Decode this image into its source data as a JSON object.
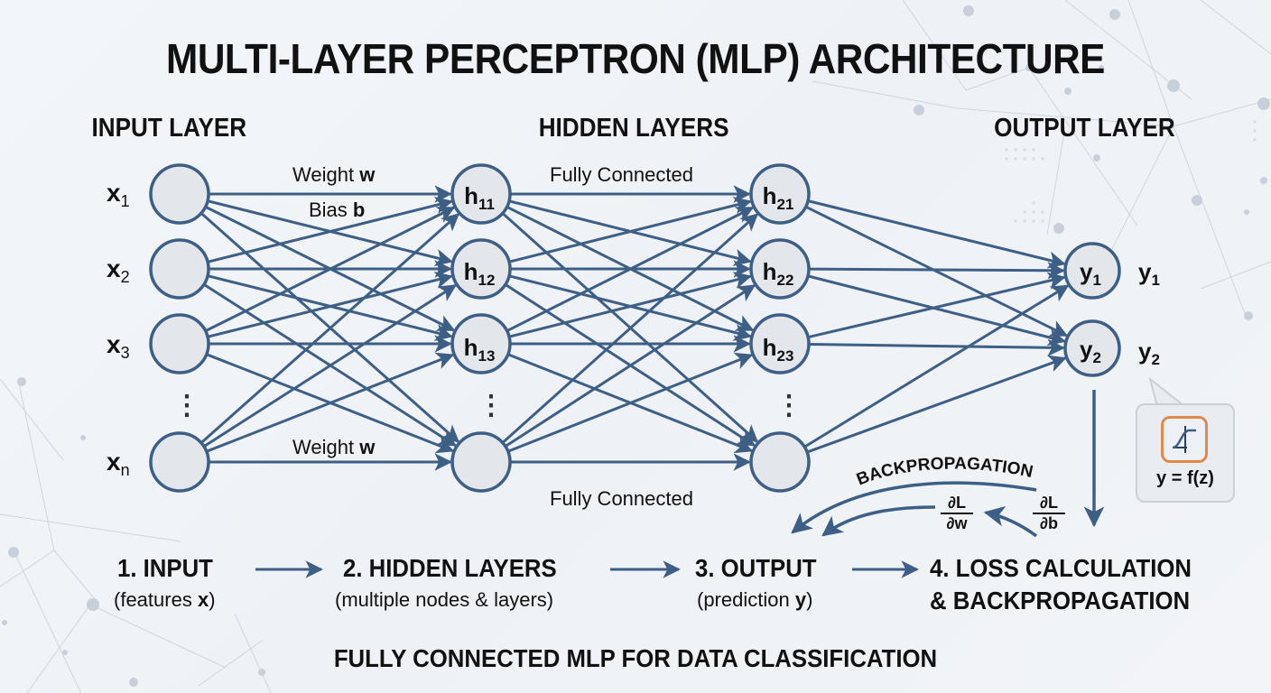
{
  "title": "MULTI-LAYER PERCEPTRON (MLP) ARCHITECTURE",
  "layer_headings": {
    "input": "INPUT LAYER",
    "hidden": "HIDDEN LAYERS",
    "output": "OUTPUT LAYER"
  },
  "input_nodes": [
    {
      "base": "x",
      "sub": "1"
    },
    {
      "base": "x",
      "sub": "2"
    },
    {
      "base": "x",
      "sub": "3"
    },
    {
      "base": "x",
      "sub": "n"
    }
  ],
  "hidden_layer_1": [
    {
      "base": "h",
      "sub": "11"
    },
    {
      "base": "h",
      "sub": "12"
    },
    {
      "base": "h",
      "sub": "13"
    },
    {
      "base": "",
      "sub": ""
    }
  ],
  "hidden_layer_2": [
    {
      "base": "h",
      "sub": "21"
    },
    {
      "base": "h",
      "sub": "22"
    },
    {
      "base": "h",
      "sub": "23"
    },
    {
      "base": "",
      "sub": ""
    }
  ],
  "output_nodes": [
    {
      "base": "y",
      "sub": "1",
      "outside_label_base": "y",
      "outside_label_sub": "1"
    },
    {
      "base": "y",
      "sub": "2",
      "outside_label_base": "y",
      "outside_label_sub": "2"
    }
  ],
  "ellipsis": "⋮",
  "edge_labels": {
    "weight_top": {
      "text": "Weight ",
      "bold": "w"
    },
    "bias": {
      "text": "Bias ",
      "bold": "b"
    },
    "weight_bottom": {
      "text": "Weight ",
      "bold": "w"
    },
    "fc_top": "Fully Connected",
    "fc_bottom": "Fully Connected"
  },
  "backprop": {
    "label": "BACKPROPAGATION",
    "grad_w": {
      "num": "∂L",
      "den": "∂w"
    },
    "grad_b": {
      "num": "∂L",
      "den": "∂b"
    }
  },
  "activation_tooltip": {
    "icon": "sigmoid-curve-icon",
    "formula": "y = f(z)"
  },
  "steps": [
    {
      "title": "1. INPUT",
      "sub_text": "(features ",
      "sub_bold": "x",
      "sub_end": ")"
    },
    {
      "title": "2. HIDDEN LAYERS",
      "sub_text": "(multiple nodes & layers)",
      "sub_bold": "",
      "sub_end": ""
    },
    {
      "title": "3. OUTPUT",
      "sub_text": "(prediction ",
      "sub_bold": "y",
      "sub_end": ")"
    },
    {
      "title": "4. LOSS CALCULATION",
      "title2": "& BACKPROPAGATION"
    }
  ],
  "footer": "FULLY CONNECTED MLP FOR DATA CLASSIFICATION",
  "colors": {
    "edge": "#3d5f85",
    "node_fill": "#e3e7ec",
    "node_stroke": "#3d5f85",
    "accent_orange": "#e0894a",
    "background_network": "#c9d2dc"
  }
}
